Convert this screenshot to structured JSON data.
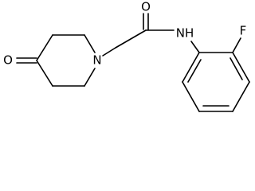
{
  "structure": {
    "atoms": {
      "ketone_oxygen": "O",
      "piperidine_nitrogen": "N",
      "carbonyl_oxygen": "O",
      "amide_nitrogen": "NH",
      "fluorine": "F"
    }
  }
}
